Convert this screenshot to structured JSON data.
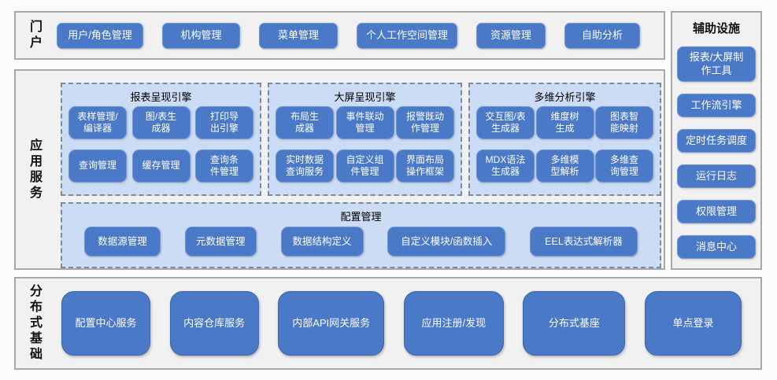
{
  "portal": {
    "label": "门户",
    "buttons": [
      "用户/角色管理",
      "机构管理",
      "菜单管理",
      "个人工作空间管理",
      "资源管理",
      "自助分析"
    ]
  },
  "app_services": {
    "label": "应用服务",
    "panels": [
      {
        "title": "报表呈现引擎",
        "buttons": [
          "表样管理/\n编译器",
          "图/表生\n成器",
          "打印导\n出引擎",
          "查询管理",
          "缓存管理",
          "查询条\n件管理"
        ]
      },
      {
        "title": "大屏呈现引擎",
        "buttons": [
          "布局生\n成器",
          "事件联动\n管理",
          "报警既动\n作管理",
          "实时数据\n查询服务",
          "自定义组\n件管理",
          "界面布局\n操作框架"
        ]
      },
      {
        "title": "多维分析引擎",
        "buttons": [
          "交互图/表\n生成器",
          "维度树\n生成",
          "图表智\n能映射",
          "MDX语法\n生成器",
          "多维模\n型解析",
          "多维查\n询管理"
        ]
      }
    ],
    "config_panel": {
      "title": "配置管理",
      "buttons": [
        "数据源管理",
        "元数据管理",
        "数据结构定义",
        "自定义模块/函数插入",
        "EEL表达式解析器"
      ]
    }
  },
  "auxiliary": {
    "title": "辅助设施",
    "buttons": [
      "报表/大屏制\n作工具",
      "工作流引擎",
      "定时任务调度",
      "运行日志",
      "权限管理",
      "消息中心"
    ]
  },
  "distributed": {
    "label": "分布式基础",
    "buttons": [
      "配置中心服务",
      "内容仓库服务",
      "内部API网关服务",
      "应用注册/发现",
      "分布式基座",
      "单点登录"
    ]
  },
  "colors": {
    "node_blue": "#4a79c7",
    "node_border": "#6f95d3",
    "panel_blue": "#ccdcf5",
    "panel_dash_border": "#7c8aa0",
    "section_fill": "#f1f1f1",
    "section_border": "#a8a8a8",
    "text_on_node": "#ffffff",
    "label_text": "#111111"
  }
}
